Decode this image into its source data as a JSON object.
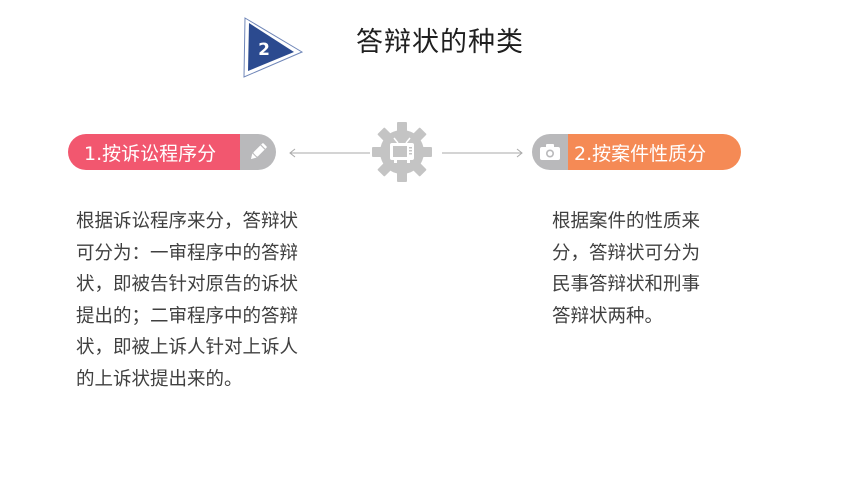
{
  "header": {
    "badge_number": "2",
    "title": "答辩状的种类"
  },
  "left_card": {
    "label": "1.按诉讼程序分",
    "icon": "pencil-icon",
    "lines": [
      "根据诉讼程序来分，答辩状",
      "可分为：一审程序中的答辩",
      "状，即被告针对原告的诉状",
      "提出的；二审程序中的答辩",
      "状，即被上诉人针对上诉人",
      "的上诉状提出来的。"
    ]
  },
  "right_card": {
    "label": "2.按案件性质分",
    "icon": "camera-icon",
    "lines": [
      "根据案件的性质来",
      "分，答辩状可分为",
      "民事答辩状和刑事",
      "答辩状两种。"
    ]
  },
  "center": {
    "icon": "gear-tv-icon"
  },
  "colors": {
    "pink": "#f2576f",
    "orange": "#f58a55",
    "gray": "#b9b9bb",
    "navy": "#2b4a8f"
  }
}
